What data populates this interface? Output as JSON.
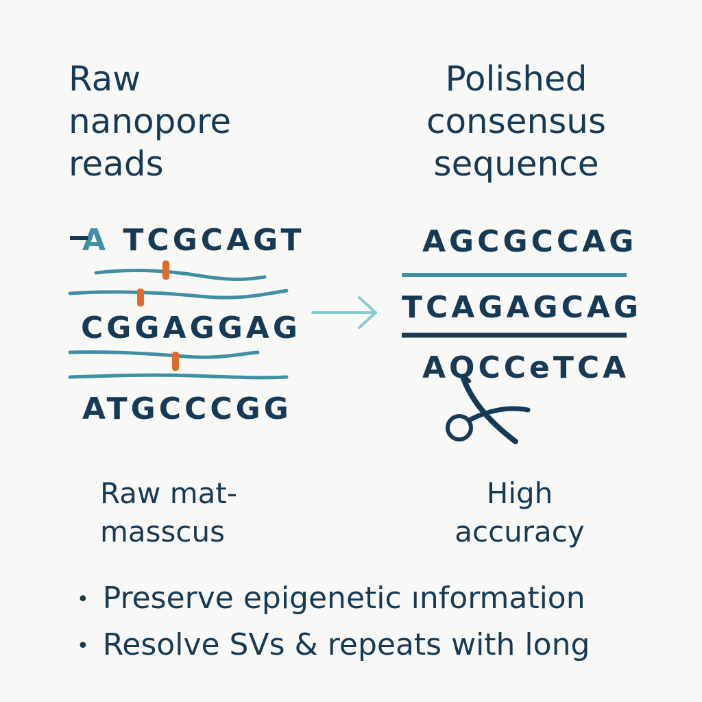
{
  "left": {
    "title": "Raw\nnanopore\nreads",
    "sequences": [
      {
        "first": "A",
        "rest": "TCGCAGT"
      },
      {
        "text": "CGGAGGAG"
      },
      {
        "text": "ATGCCCGG"
      }
    ],
    "caption": "Raw mat-\nmasscus"
  },
  "right": {
    "title": "Polished\nconsensus\nsequence",
    "sequences": [
      "AGCGCCAG",
      "TCAGAGCAG",
      "AQCCeTCA"
    ],
    "caption": "High\naccuracy"
  },
  "bullets": [
    "Preserve epigenetic ınformation",
    "Resolve SVs & repeats with long"
  ],
  "colors": {
    "text": "#163a55",
    "read_line": "#3f8ea3",
    "error_mark": "#e06a2c",
    "arrow": "#86cbd0",
    "consensus_line_1": "#3f8ea3",
    "consensus_line_2": "#163a55"
  },
  "icons": [
    "arrow-right-icon",
    "scissors-icon"
  ]
}
